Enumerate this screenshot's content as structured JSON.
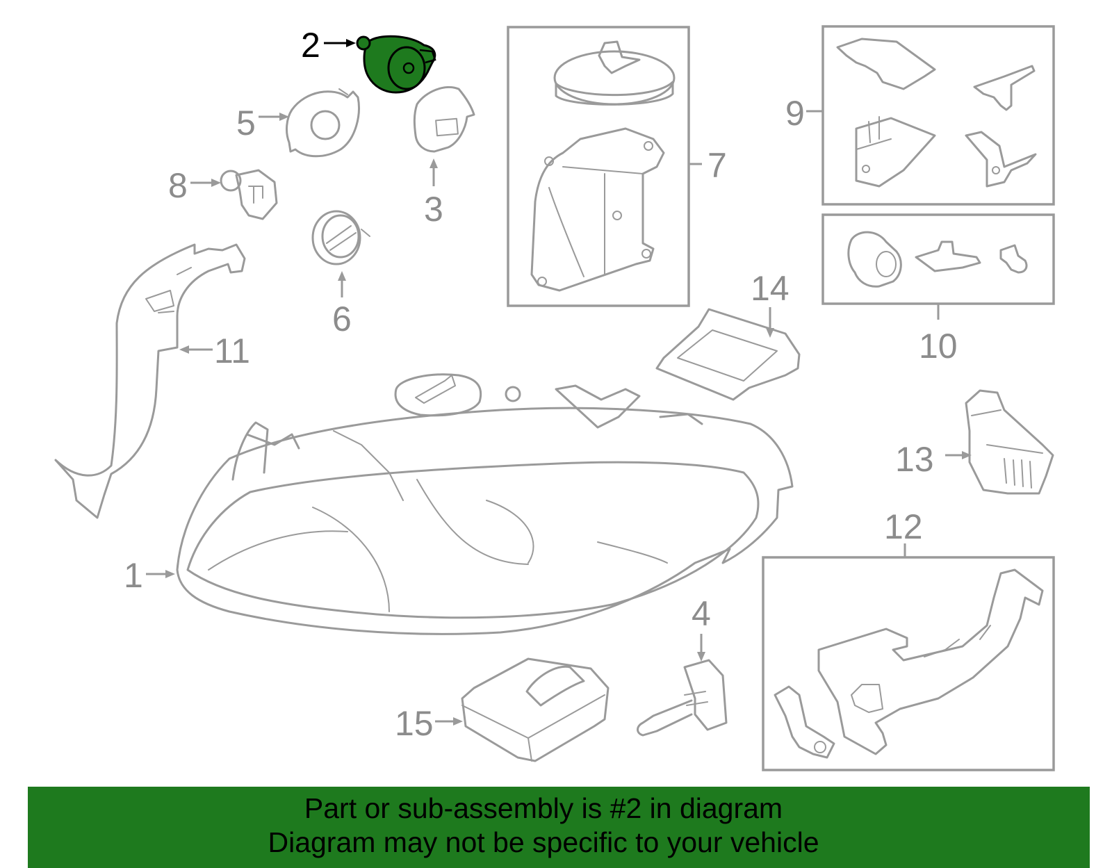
{
  "callouts": {
    "c1": "1",
    "c2": "2",
    "c3": "3",
    "c4": "4",
    "c5": "5",
    "c6": "6",
    "c7": "7",
    "c8": "8",
    "c9": "9",
    "c10": "10",
    "c11": "11",
    "c12": "12",
    "c13": "13",
    "c14": "14",
    "c15": "15"
  },
  "highlighted_part": "2",
  "colors": {
    "line": "#9a9a9a",
    "highlight_fill": "#1e7a1e",
    "banner_background": "#1e7a1e",
    "banner_text": "#000000"
  },
  "banner": {
    "line1": "Part or sub-assembly is #2 in diagram",
    "line2": "Diagram may not be specific to your vehicle"
  }
}
